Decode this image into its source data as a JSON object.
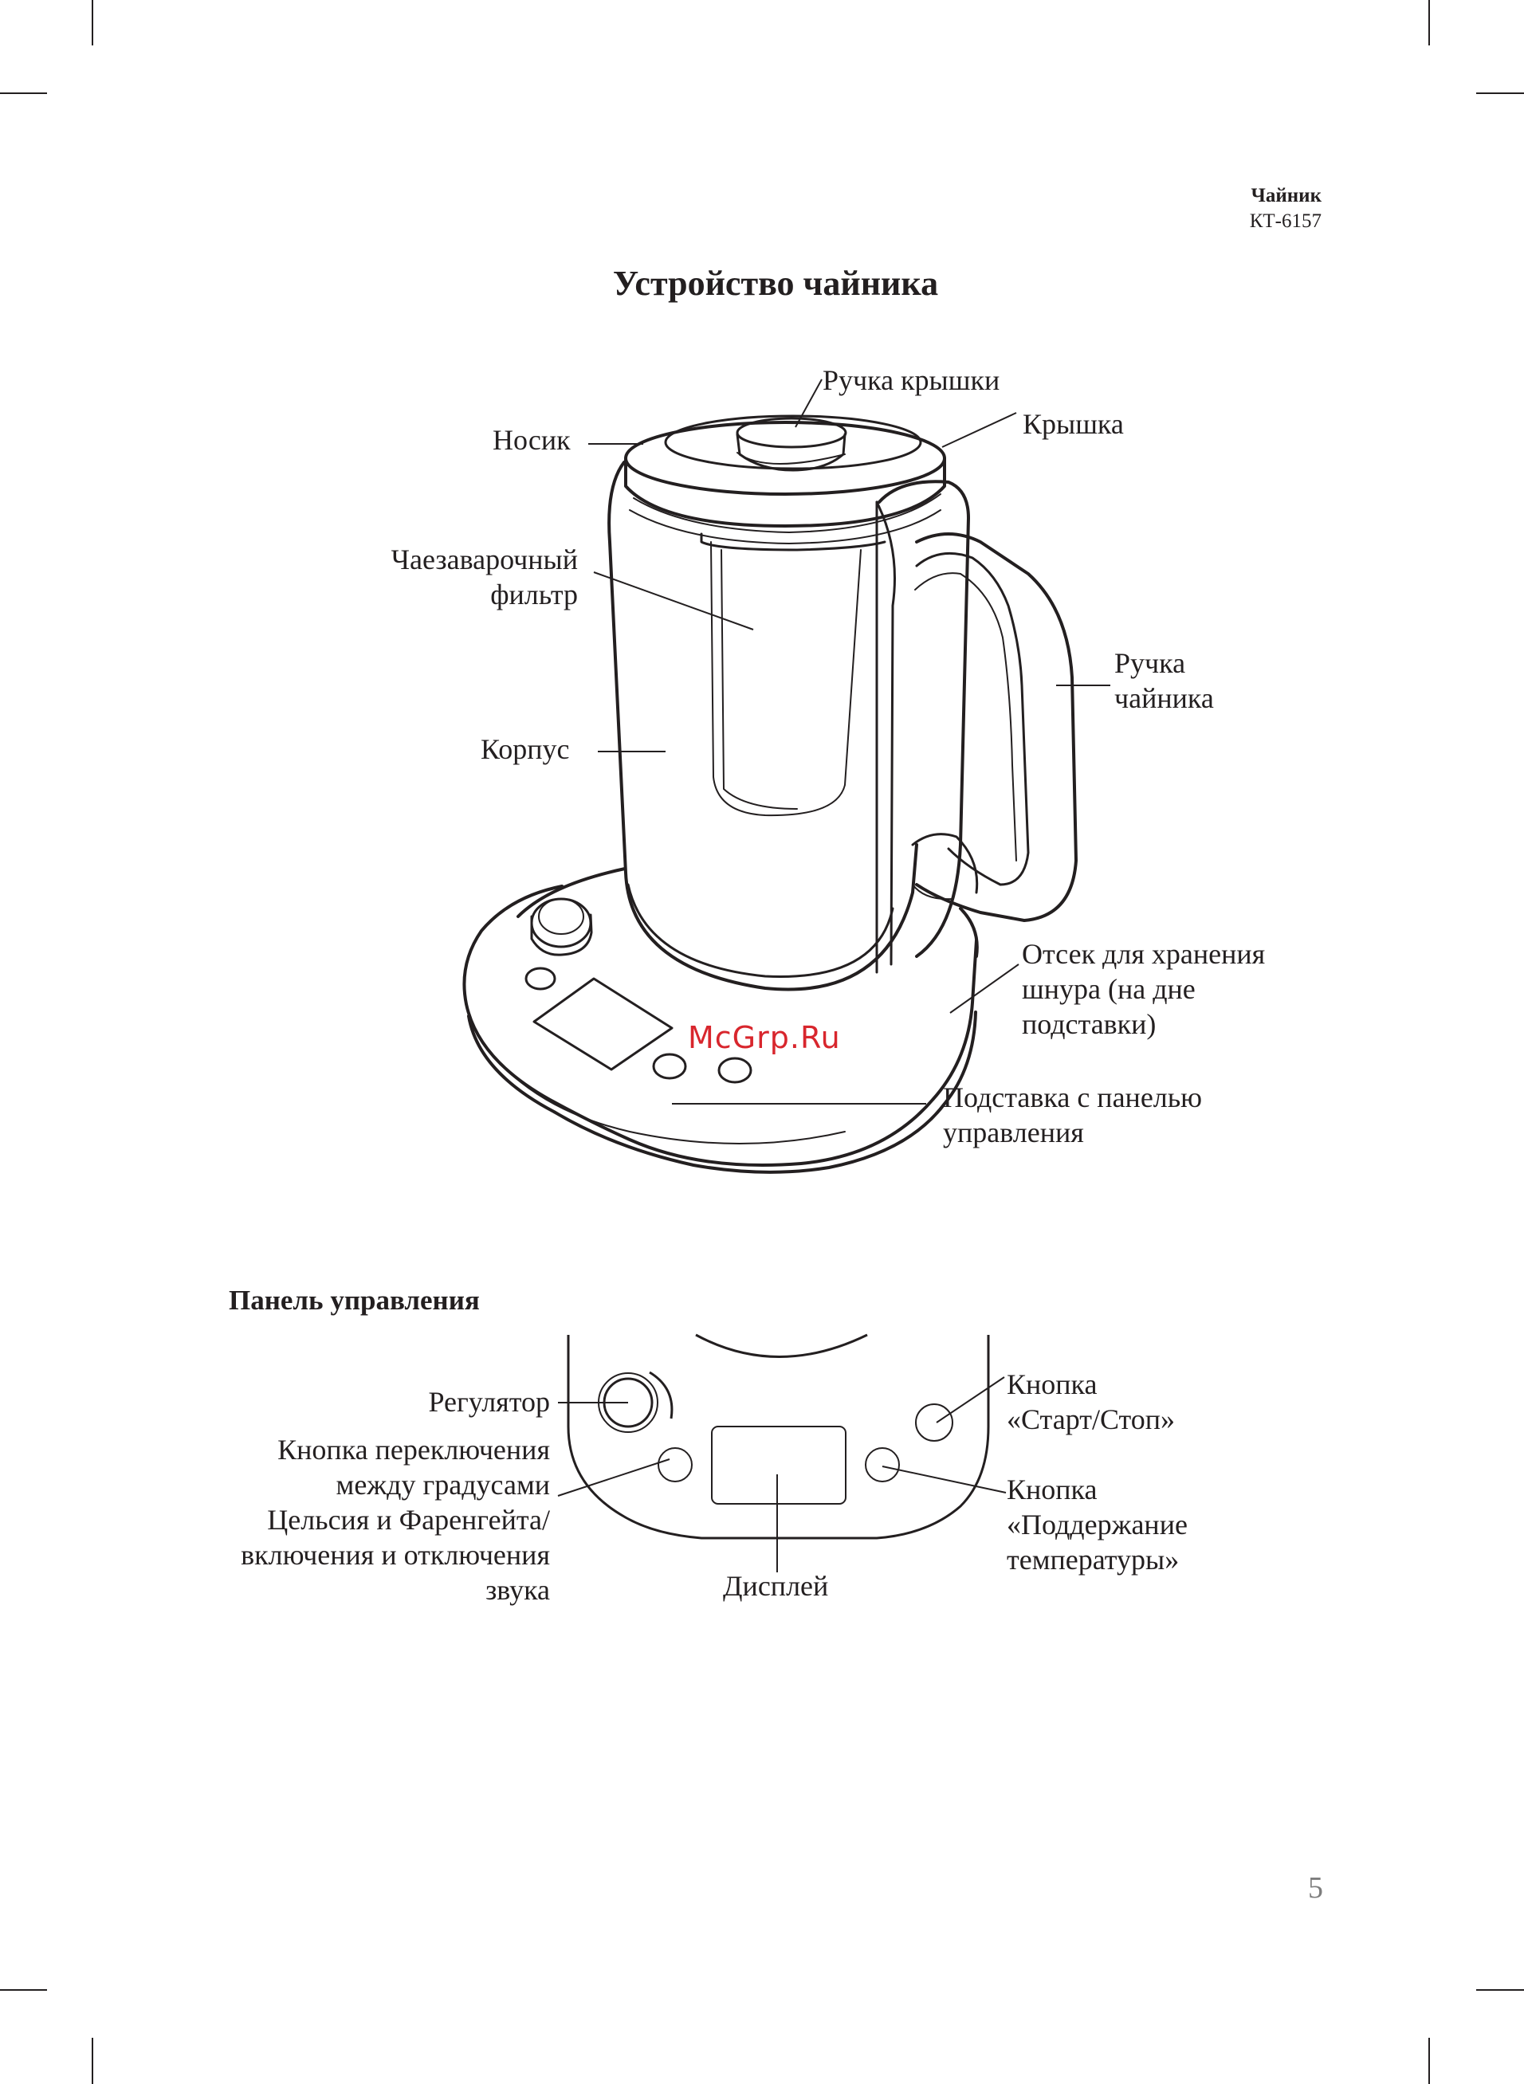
{
  "header": {
    "title": "Чайник",
    "model": "КТ-6157"
  },
  "page_title": "Устройство чайника",
  "kettle_labels": {
    "lid_knob": "Ручка крышки",
    "spout": "Носик",
    "lid": "Крышка",
    "filter": [
      "Чаезаварочный",
      "фильтр"
    ],
    "body": "Корпус",
    "handle": [
      "Ручка",
      "чайника"
    ],
    "cord_storage": [
      "Отсек для хранения",
      "шнура (на дне",
      "подставки)"
    ],
    "base": [
      "Подставка с панелью",
      "управления"
    ]
  },
  "watermark": "McGrp.Ru",
  "panel": {
    "title": "Панель управления",
    "labels": {
      "regulator": "Регулятор",
      "unit_button": [
        "Кнопка переключения",
        "между градусами",
        "Цельсия и Фаренгейта/",
        "включения и отключения",
        "звука"
      ],
      "display": "Дисплей",
      "start_stop": [
        "Кнопка",
        "«Старт/Стоп»"
      ],
      "keep_warm": [
        "Кнопка",
        "«Поддержание",
        "температуры»"
      ]
    }
  },
  "page_number": "5"
}
